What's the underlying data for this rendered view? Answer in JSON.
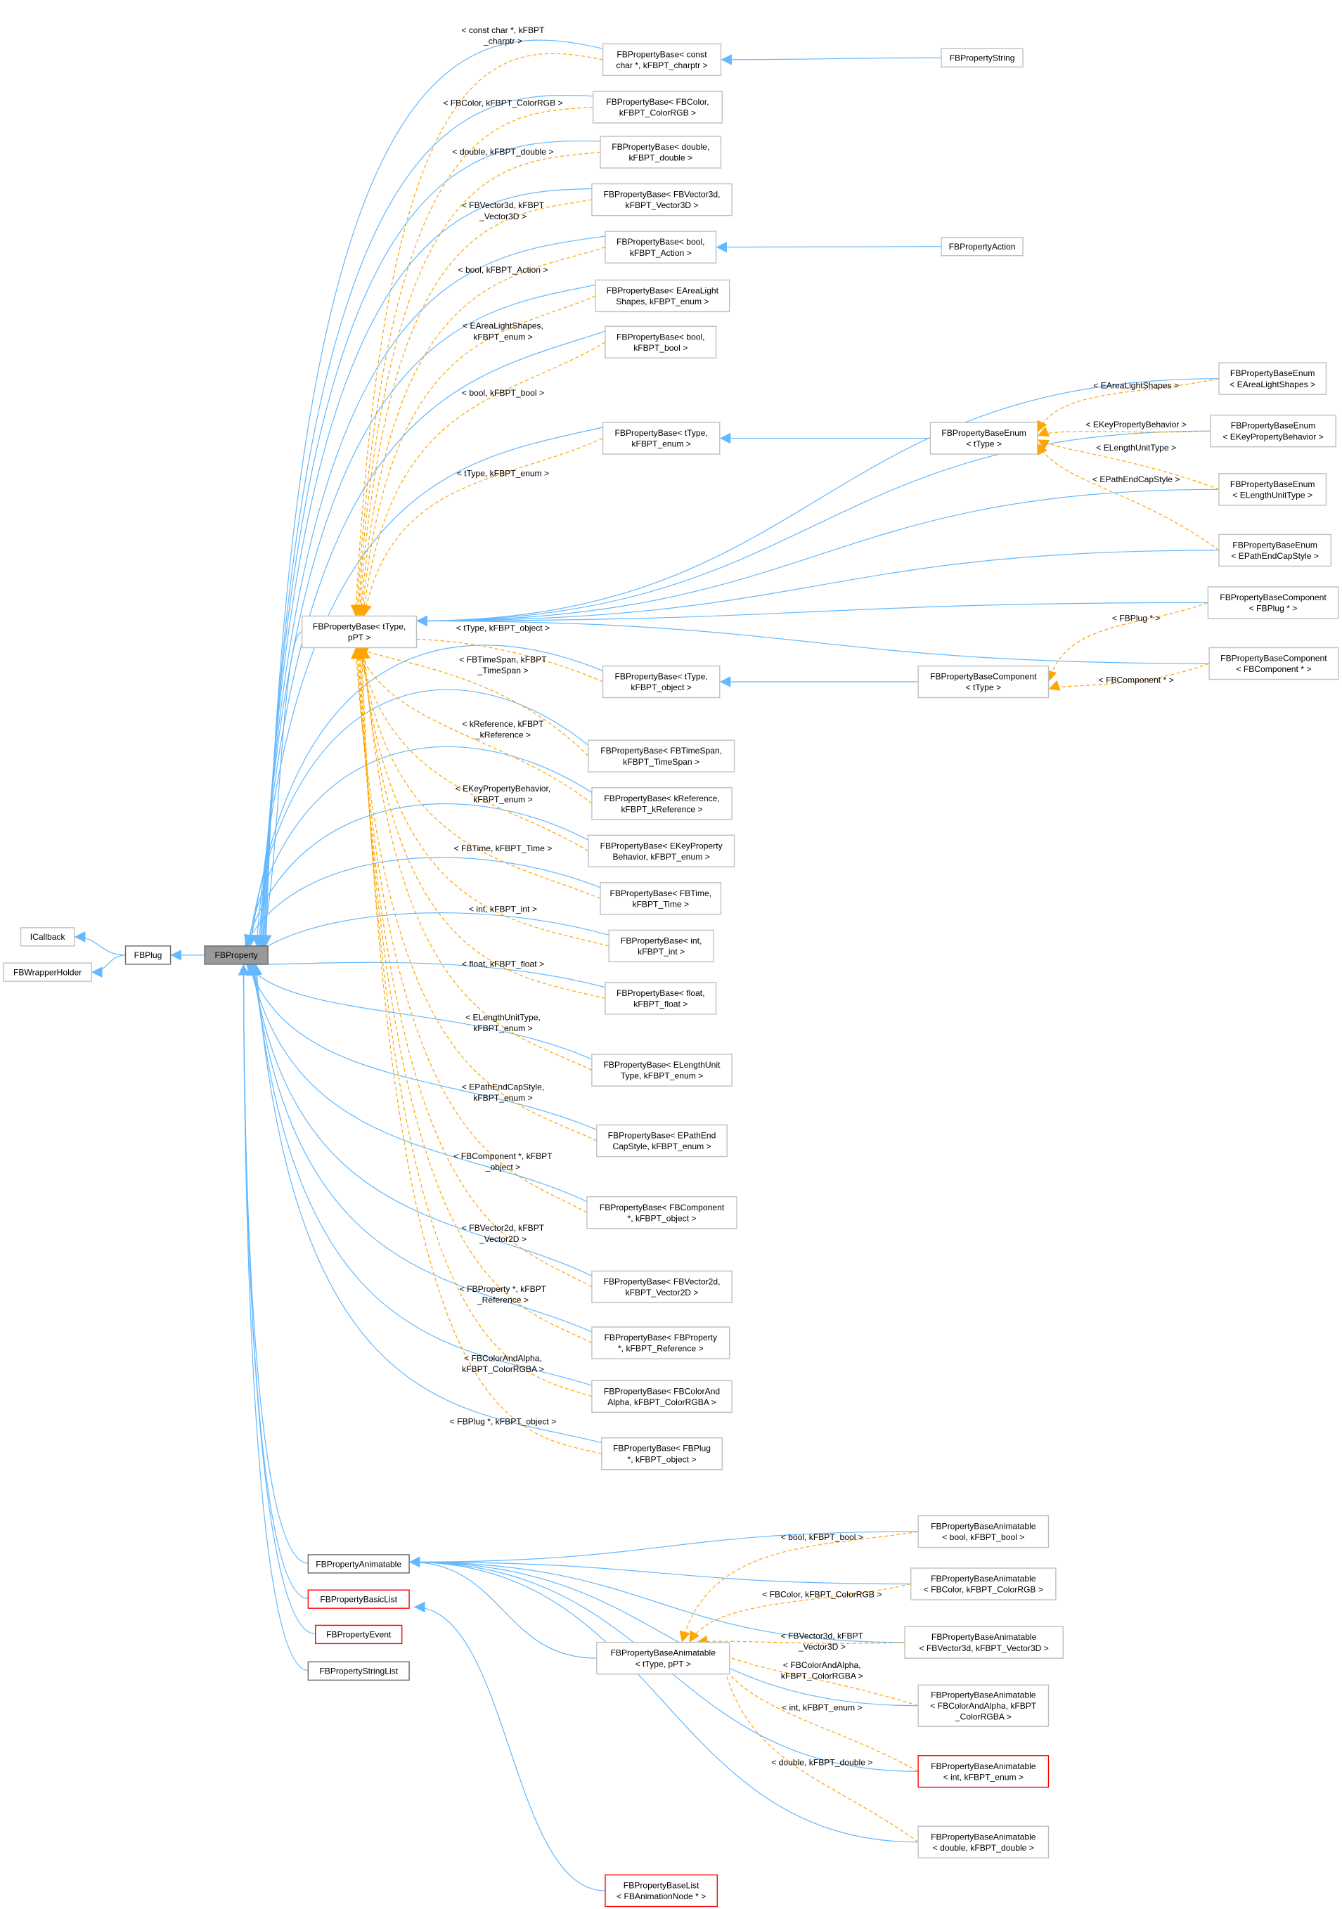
{
  "title": "FBProperty inheritance graph",
  "colors": {
    "inherit": "#63b8ff",
    "template": "#ffa500",
    "current": "#999999",
    "incomplete": "#ff0000"
  },
  "nodes": [
    {
      "id": "icallback",
      "lines": [
        "ICallback"
      ]
    },
    {
      "id": "wrapper",
      "lines": [
        "FBWrapperHolder"
      ]
    },
    {
      "id": "fbplug",
      "lines": [
        "FBPlug"
      ],
      "variant": "dark"
    },
    {
      "id": "fbproperty",
      "lines": [
        "FBProperty"
      ],
      "variant": "highlight"
    },
    {
      "id": "base_ttype",
      "lines": [
        "FBPropertyBase< tType,",
        "pPT >"
      ]
    },
    {
      "id": "b_charptr",
      "lines": [
        "FBPropertyBase< const",
        "char *, kFBPT_charptr >"
      ]
    },
    {
      "id": "b_color",
      "lines": [
        "FBPropertyBase< FBColor,",
        "kFBPT_ColorRGB >"
      ]
    },
    {
      "id": "b_double",
      "lines": [
        "FBPropertyBase< double,",
        "kFBPT_double >"
      ]
    },
    {
      "id": "b_vec3",
      "lines": [
        "FBPropertyBase< FBVector3d,",
        "kFBPT_Vector3D >"
      ]
    },
    {
      "id": "b_action",
      "lines": [
        "FBPropertyBase< bool,",
        "kFBPT_Action >"
      ]
    },
    {
      "id": "b_area",
      "lines": [
        "FBPropertyBase< EAreaLight",
        "Shapes, kFBPT_enum >"
      ]
    },
    {
      "id": "b_bool",
      "lines": [
        "FBPropertyBase< bool,",
        "kFBPT_bool >"
      ]
    },
    {
      "id": "b_tenum",
      "lines": [
        "FBPropertyBase< tType,",
        "kFBPT_enum >"
      ]
    },
    {
      "id": "b_tobj",
      "lines": [
        "FBPropertyBase< tType,",
        "kFBPT_object >"
      ]
    },
    {
      "id": "b_timespan",
      "lines": [
        "FBPropertyBase< FBTimeSpan,",
        "kFBPT_TimeSpan >"
      ]
    },
    {
      "id": "b_kref",
      "lines": [
        "FBPropertyBase< kReference,",
        "kFBPT_kReference >"
      ]
    },
    {
      "id": "b_ekey",
      "lines": [
        "FBPropertyBase< EKeyProperty",
        "Behavior, kFBPT_enum >"
      ]
    },
    {
      "id": "b_time",
      "lines": [
        "FBPropertyBase< FBTime,",
        "kFBPT_Time >"
      ]
    },
    {
      "id": "b_int",
      "lines": [
        "FBPropertyBase< int,",
        "kFBPT_int >"
      ]
    },
    {
      "id": "b_float",
      "lines": [
        "FBPropertyBase< float,",
        "kFBPT_float >"
      ]
    },
    {
      "id": "b_elen",
      "lines": [
        "FBPropertyBase< ELengthUnit",
        "Type, kFBPT_enum >"
      ]
    },
    {
      "id": "b_epath",
      "lines": [
        "FBPropertyBase< EPathEnd",
        "CapStyle, kFBPT_enum >"
      ]
    },
    {
      "id": "b_comp",
      "lines": [
        "FBPropertyBase< FBComponent",
        "*, kFBPT_object >"
      ]
    },
    {
      "id": "b_vec2",
      "lines": [
        "FBPropertyBase< FBVector2d,",
        "kFBPT_Vector2D >"
      ]
    },
    {
      "id": "b_prop",
      "lines": [
        "FBPropertyBase< FBProperty",
        "*, kFBPT_Reference >"
      ]
    },
    {
      "id": "b_rgba",
      "lines": [
        "FBPropertyBase< FBColorAnd",
        "Alpha, kFBPT_ColorRGBA >"
      ]
    },
    {
      "id": "b_plug",
      "lines": [
        "FBPropertyBase< FBPlug",
        "*, kFBPT_object >"
      ]
    },
    {
      "id": "p_string",
      "lines": [
        "FBPropertyString"
      ]
    },
    {
      "id": "p_action",
      "lines": [
        "FBPropertyAction"
      ]
    },
    {
      "id": "enum_t",
      "lines": [
        "FBPropertyBaseEnum",
        "< tType >"
      ]
    },
    {
      "id": "enum_area",
      "lines": [
        "FBPropertyBaseEnum",
        "< EAreaLightShapes >"
      ]
    },
    {
      "id": "enum_ekey",
      "lines": [
        "FBPropertyBaseEnum",
        "< EKeyPropertyBehavior >"
      ]
    },
    {
      "id": "enum_elen",
      "lines": [
        "FBPropertyBaseEnum",
        "< ELengthUnitType >"
      ]
    },
    {
      "id": "enum_epath",
      "lines": [
        "FBPropertyBaseEnum",
        "< EPathEndCapStyle >"
      ]
    },
    {
      "id": "comp_plug",
      "lines": [
        "FBPropertyBaseComponent",
        "< FBPlug * >"
      ]
    },
    {
      "id": "comp_comp",
      "lines": [
        "FBPropertyBaseComponent",
        "< FBComponent * >"
      ]
    },
    {
      "id": "comp_t",
      "lines": [
        "FBPropertyBaseComponent",
        "< tType >"
      ]
    },
    {
      "id": "animatable",
      "lines": [
        "FBPropertyAnimatable"
      ],
      "variant": "dark"
    },
    {
      "id": "basiclist",
      "lines": [
        "FBPropertyBasicList"
      ],
      "variant": "red"
    },
    {
      "id": "event",
      "lines": [
        "FBPropertyEvent"
      ],
      "variant": "red"
    },
    {
      "id": "stringlist",
      "lines": [
        "FBPropertyStringList"
      ],
      "variant": "dark"
    },
    {
      "id": "anim_t",
      "lines": [
        "FBPropertyBaseAnimatable",
        "< tType, pPT >"
      ]
    },
    {
      "id": "anim_bool",
      "lines": [
        "FBPropertyBaseAnimatable",
        "< bool, kFBPT_bool >"
      ]
    },
    {
      "id": "anim_color",
      "lines": [
        "FBPropertyBaseAnimatable",
        "< FBColor, kFBPT_ColorRGB >"
      ]
    },
    {
      "id": "anim_vec3",
      "lines": [
        "FBPropertyBaseAnimatable",
        "< FBVector3d, kFBPT_Vector3D >"
      ]
    },
    {
      "id": "anim_rgba",
      "lines": [
        "FBPropertyBaseAnimatable",
        "< FBColorAndAlpha, kFBPT",
        "_ColorRGBA >"
      ]
    },
    {
      "id": "anim_int",
      "lines": [
        "FBPropertyBaseAnimatable",
        "< int, kFBPT_enum >"
      ],
      "variant": "red"
    },
    {
      "id": "anim_double",
      "lines": [
        "FBPropertyBaseAnimatable",
        "< double, kFBPT_double >"
      ]
    },
    {
      "id": "list_anim",
      "lines": [
        "FBPropertyBaseList",
        "< FBAnimationNode * >"
      ],
      "variant": "red"
    }
  ],
  "edge_labels": [
    {
      "lines": [
        "< const char *, kFBPT",
        "_charptr >"
      ]
    },
    {
      "lines": [
        "< FBColor, kFBPT_ColorRGB >"
      ]
    },
    {
      "lines": [
        "< double, kFBPT_double >"
      ]
    },
    {
      "lines": [
        "< FBVector3d, kFBPT",
        "_Vector3D >"
      ]
    },
    {
      "lines": [
        "< bool, kFBPT_Action >"
      ]
    },
    {
      "lines": [
        "< EAreaLightShapes,",
        "kFBPT_enum >"
      ]
    },
    {
      "lines": [
        "< bool, kFBPT_bool >"
      ]
    },
    {
      "lines": [
        "< tType, kFBPT_enum >"
      ]
    },
    {
      "lines": [
        "< tType, kFBPT_object >"
      ]
    },
    {
      "lines": [
        "< FBTimeSpan, kFBPT",
        "_TimeSpan >"
      ]
    },
    {
      "lines": [
        "< kReference, kFBPT",
        "_kReference >"
      ]
    },
    {
      "lines": [
        "< EKeyPropertyBehavior,",
        "kFBPT_enum >"
      ]
    },
    {
      "lines": [
        "< FBTime, kFBPT_Time >"
      ]
    },
    {
      "lines": [
        "< int, kFBPT_int >"
      ]
    },
    {
      "lines": [
        "< float, kFBPT_float >"
      ]
    },
    {
      "lines": [
        "< ELengthUnitType,",
        "kFBPT_enum >"
      ]
    },
    {
      "lines": [
        "< EPathEndCapStyle,",
        "kFBPT_enum >"
      ]
    },
    {
      "lines": [
        "< FBComponent *, kFBPT",
        "_object >"
      ]
    },
    {
      "lines": [
        "< FBVector2d, kFBPT",
        "_Vector2D >"
      ]
    },
    {
      "lines": [
        "< FBProperty *, kFBPT",
        "_Reference >"
      ]
    },
    {
      "lines": [
        "< FBColorAndAlpha,",
        "kFBPT_ColorRGBA >"
      ]
    },
    {
      "lines": [
        "< FBPlug *, kFBPT_object >"
      ]
    },
    {
      "lines": [
        "< EAreaLightShapes >"
      ]
    },
    {
      "lines": [
        "< EKeyPropertyBehavior >"
      ]
    },
    {
      "lines": [
        "< ELengthUnitType >"
      ]
    },
    {
      "lines": [
        "< EPathEndCapStyle >"
      ]
    },
    {
      "lines": [
        "< FBPlug * >"
      ]
    },
    {
      "lines": [
        "< FBComponent * >"
      ]
    },
    {
      "lines": [
        "< bool, kFBPT_bool >"
      ]
    },
    {
      "lines": [
        "< FBColor, kFBPT_ColorRGB >"
      ]
    },
    {
      "lines": [
        "< FBVector3d, kFBPT",
        "_Vector3D >"
      ]
    },
    {
      "lines": [
        "< FBColorAndAlpha,",
        "kFBPT_ColorRGBA >"
      ]
    },
    {
      "lines": [
        "< int, kFBPT_enum >"
      ]
    },
    {
      "lines": [
        "< double, kFBPT_double >"
      ]
    }
  ]
}
